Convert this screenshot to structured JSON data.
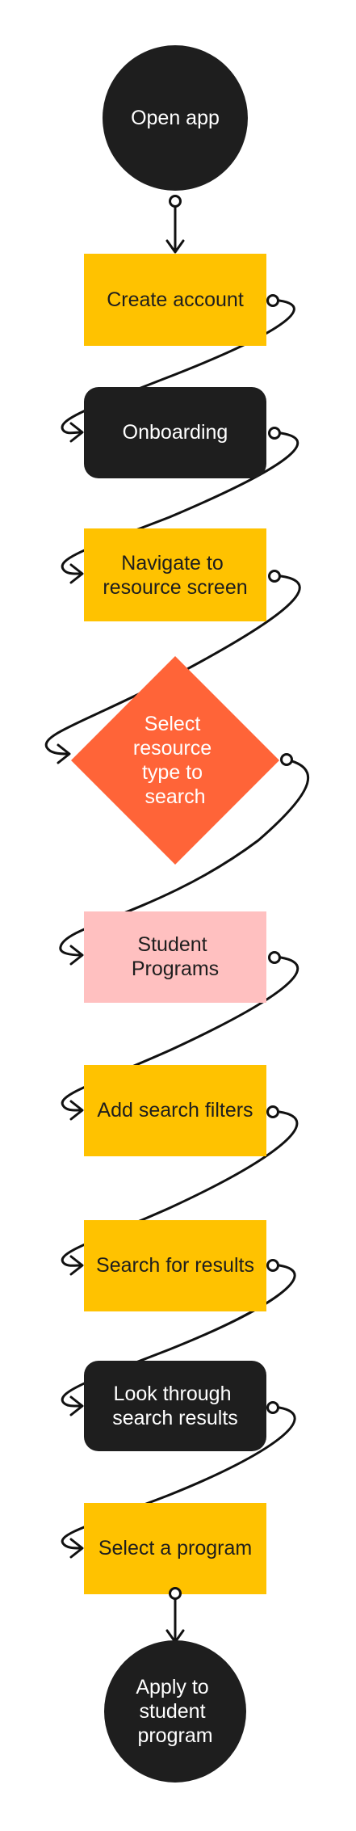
{
  "colors": {
    "yellow": "#FFC200",
    "black": "#1E1E1E",
    "orange": "#FF6438",
    "pink": "#FFC0C0",
    "white": "#FFFFFF",
    "dark_text": "#1E1E1E",
    "line": "#111111"
  },
  "nodes": [
    {
      "id": "open-app",
      "lines": [
        "Open app"
      ]
    },
    {
      "id": "create-account",
      "lines": [
        "Create account"
      ]
    },
    {
      "id": "onboarding",
      "lines": [
        "Onboarding"
      ]
    },
    {
      "id": "navigate",
      "lines": [
        "Navigate to",
        "resource screen"
      ]
    },
    {
      "id": "select-type",
      "lines": [
        "Select",
        "resource",
        "type to",
        "search"
      ]
    },
    {
      "id": "student-programs",
      "lines": [
        "Student",
        "Programs"
      ]
    },
    {
      "id": "add-filters",
      "lines": [
        "Add search filters"
      ]
    },
    {
      "id": "search-results",
      "lines": [
        "Search for results"
      ]
    },
    {
      "id": "look-through",
      "lines": [
        "Look through",
        "search results"
      ]
    },
    {
      "id": "select-program",
      "lines": [
        "Select a program"
      ]
    },
    {
      "id": "apply",
      "lines": [
        "Apply to",
        "student",
        "program"
      ]
    }
  ]
}
